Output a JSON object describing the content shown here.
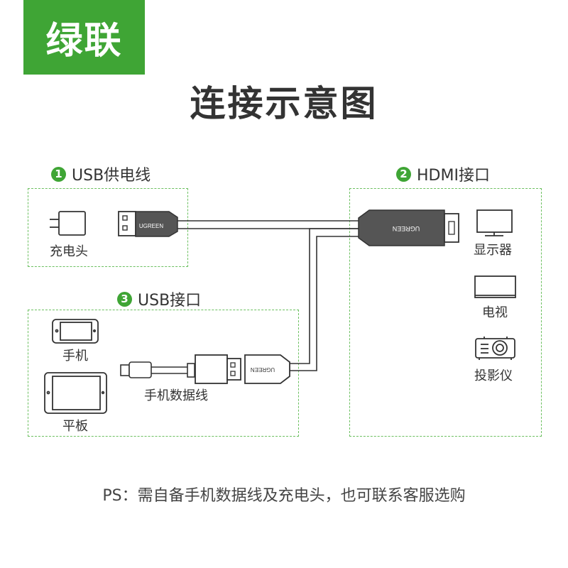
{
  "brand": {
    "logo_text": "绿联"
  },
  "title": "连接示意图",
  "sections": {
    "usb_power": {
      "number": "1",
      "label": "USB供电线"
    },
    "hdmi": {
      "number": "2",
      "label": "HDMI接口"
    },
    "usb_port": {
      "number": "3",
      "label": "USB接口"
    }
  },
  "devices": {
    "charger": "充电头",
    "monitor": "显示器",
    "tv": "电视",
    "projector": "投影仪",
    "phone": "手机",
    "tablet": "平板",
    "phone_cable": "手机数据线"
  },
  "connector_brand": "UGREEN",
  "note": "PS：需自备手机数据线及充电头，也可联系客服选购",
  "colors": {
    "accent": "#3fa535",
    "line": "#333333",
    "connector": "#555555"
  }
}
